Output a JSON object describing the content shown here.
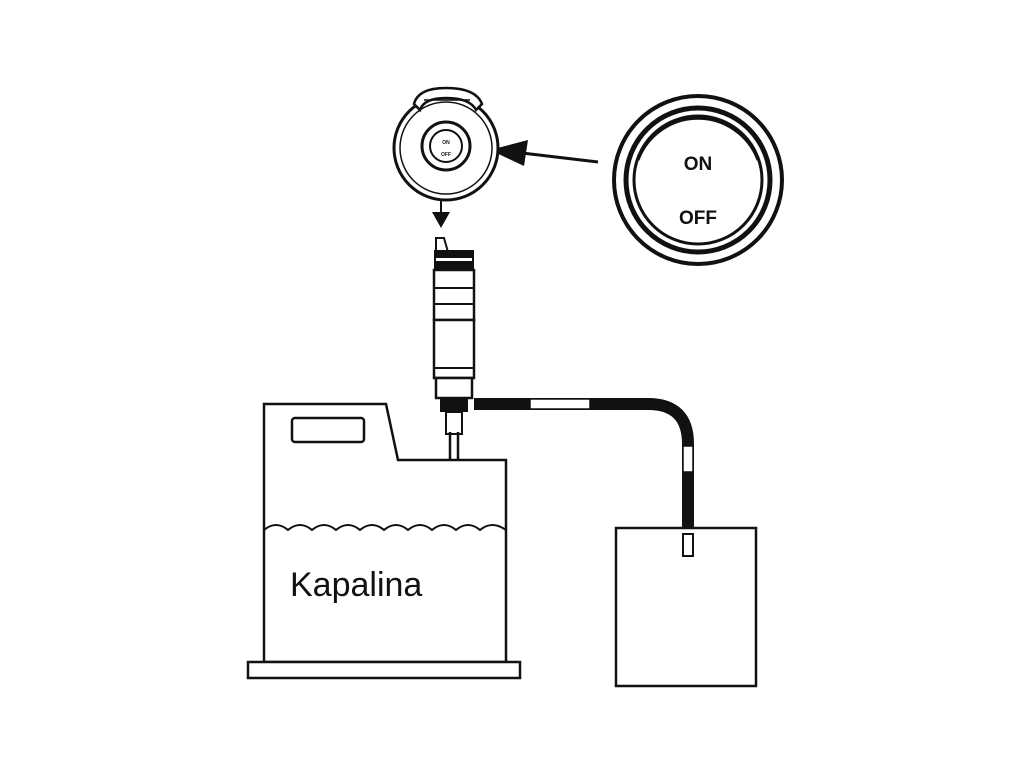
{
  "switch_detail": {
    "on_label": "ON",
    "off_label": "OFF"
  },
  "small_switch": {
    "on_label": "ON",
    "off_label": "OFF"
  },
  "container": {
    "label": "Kapalina"
  },
  "colors": {
    "ink": "#111111",
    "background": "#ffffff",
    "tube": "#1a1a1a"
  }
}
